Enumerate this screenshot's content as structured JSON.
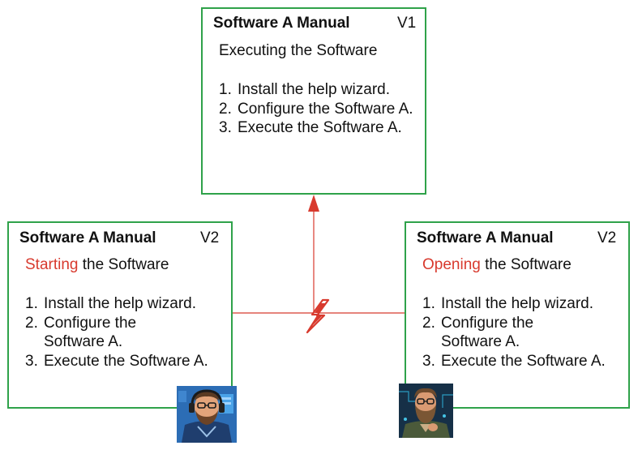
{
  "colors": {
    "border": "#2fa24a",
    "highlight": "#d83a2e",
    "connector": "#d83a2e"
  },
  "cards": {
    "v1": {
      "title": "Software A Manual",
      "version": "V1",
      "subtitle_highlight": "",
      "subtitle_text": "Executing the Software",
      "steps": [
        {
          "num": "1.",
          "text": "Install the help wizard."
        },
        {
          "num": "2.",
          "text": "Configure the Software A."
        },
        {
          "num": "3.",
          "text": "Execute the Software A."
        }
      ]
    },
    "left": {
      "title": "Software A Manual",
      "version": "V2",
      "subtitle_highlight": "Starting",
      "subtitle_text": " the Software",
      "steps": [
        {
          "num": "1.",
          "text": "Install the help wizard."
        },
        {
          "num": "2.",
          "text": "Configure the Software A."
        },
        {
          "num": "3.",
          "text": "Execute the Software A."
        }
      ]
    },
    "right": {
      "title": "Software A Manual",
      "version": "V2",
      "subtitle_highlight": "Opening",
      "subtitle_text": " the Software",
      "steps": [
        {
          "num": "1.",
          "text": "Install the help wizard."
        },
        {
          "num": "2.",
          "text": "Configure the Software A."
        },
        {
          "num": "3.",
          "text": "Execute the Software A."
        }
      ]
    }
  },
  "connectors": {
    "arrow": "arrow-up",
    "conflict_icon": "lightning-bolt-icon"
  },
  "avatars": {
    "left": "technician-avatar",
    "right": "bearded-man-avatar"
  }
}
